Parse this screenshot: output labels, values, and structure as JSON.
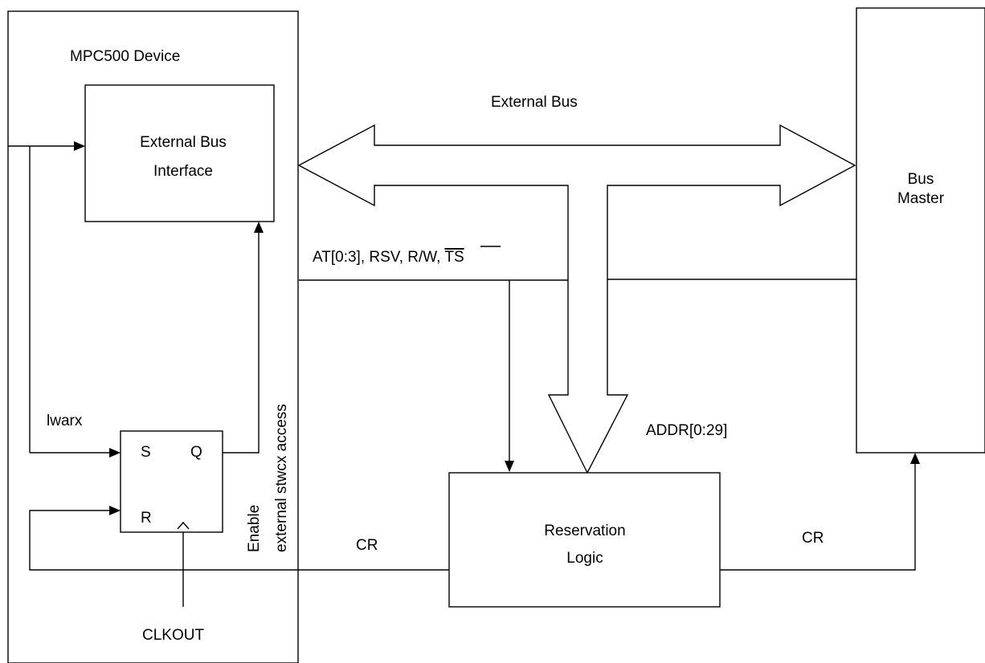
{
  "device": {
    "label": "MPC500 Device"
  },
  "ebi": {
    "line1": "External Bus",
    "line2": "Interface"
  },
  "bus_master": {
    "line1": "Bus",
    "line2": "Master"
  },
  "external_bus": {
    "label": "External Bus"
  },
  "control_signals": {
    "prefix": "AT[0:3], RSV, R/W, ",
    "overbar": "TS"
  },
  "address": {
    "label": "ADDR[0:29]"
  },
  "flipflop": {
    "set": "S",
    "reset": "R",
    "out": "Q"
  },
  "signals": {
    "lwarx": "lwarx",
    "clkout": "CLKOUT",
    "enable_line1": "Enable",
    "enable_line2": "external stwcx access",
    "cr_left": "CR",
    "cr_right": "CR"
  },
  "reservation": {
    "line1": "Reservation",
    "line2": "Logic"
  }
}
